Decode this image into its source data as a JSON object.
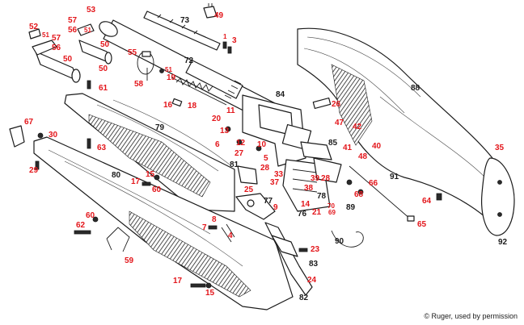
{
  "credit": "© Ruger, used by permission",
  "label_colors": {
    "red": "#e3161b",
    "black": "#1a1a1a"
  },
  "labels": [
    {
      "id": "53",
      "text": "53",
      "color": "red"
    },
    {
      "id": "57a",
      "text": "57",
      "color": "red"
    },
    {
      "id": "56a",
      "text": "56",
      "color": "red"
    },
    {
      "id": "51a",
      "text": "51",
      "color": "red"
    },
    {
      "id": "52",
      "text": "52",
      "color": "red"
    },
    {
      "id": "51b",
      "text": "51",
      "color": "red"
    },
    {
      "id": "57b",
      "text": "57",
      "color": "red"
    },
    {
      "id": "56b",
      "text": "56",
      "color": "red"
    },
    {
      "id": "50a",
      "text": "50",
      "color": "red"
    },
    {
      "id": "50b",
      "text": "50",
      "color": "red"
    },
    {
      "id": "50c",
      "text": "50",
      "color": "red"
    },
    {
      "id": "55",
      "text": "55",
      "color": "red"
    },
    {
      "id": "58",
      "text": "58",
      "color": "red"
    },
    {
      "id": "73",
      "text": "73",
      "color": "black"
    },
    {
      "id": "49",
      "text": "49",
      "color": "red"
    },
    {
      "id": "1",
      "text": "1",
      "color": "red"
    },
    {
      "id": "3",
      "text": "3",
      "color": "red"
    },
    {
      "id": "72",
      "text": "72",
      "color": "black"
    },
    {
      "id": "51c",
      "text": "51",
      "color": "red"
    },
    {
      "id": "19",
      "text": "19",
      "color": "red"
    },
    {
      "id": "61",
      "text": "61",
      "color": "red"
    },
    {
      "id": "16",
      "text": "16",
      "color": "red"
    },
    {
      "id": "18",
      "text": "18",
      "color": "red"
    },
    {
      "id": "84",
      "text": "84",
      "color": "black"
    },
    {
      "id": "11",
      "text": "11",
      "color": "red"
    },
    {
      "id": "26",
      "text": "26",
      "color": "red"
    },
    {
      "id": "88",
      "text": "88",
      "color": "black"
    },
    {
      "id": "67",
      "text": "67",
      "color": "red"
    },
    {
      "id": "30",
      "text": "30",
      "color": "red"
    },
    {
      "id": "79",
      "text": "79",
      "color": "black"
    },
    {
      "id": "20",
      "text": "20",
      "color": "red"
    },
    {
      "id": "13",
      "text": "13",
      "color": "red"
    },
    {
      "id": "47",
      "text": "47",
      "color": "red"
    },
    {
      "id": "42",
      "text": "42",
      "color": "red"
    },
    {
      "id": "63",
      "text": "63",
      "color": "red"
    },
    {
      "id": "6",
      "text": "6",
      "color": "red"
    },
    {
      "id": "12",
      "text": "12",
      "color": "red"
    },
    {
      "id": "10",
      "text": "10",
      "color": "red"
    },
    {
      "id": "85",
      "text": "85",
      "color": "black"
    },
    {
      "id": "41",
      "text": "41",
      "color": "red"
    },
    {
      "id": "40",
      "text": "40",
      "color": "red"
    },
    {
      "id": "27",
      "text": "27",
      "color": "red"
    },
    {
      "id": "5",
      "text": "5",
      "color": "red"
    },
    {
      "id": "48",
      "text": "48",
      "color": "red"
    },
    {
      "id": "35",
      "text": "35",
      "color": "red"
    },
    {
      "id": "29",
      "text": "29",
      "color": "red"
    },
    {
      "id": "28a",
      "text": "28",
      "color": "red"
    },
    {
      "id": "81",
      "text": "81",
      "color": "black"
    },
    {
      "id": "33",
      "text": "33",
      "color": "red"
    },
    {
      "id": "39",
      "text": "39",
      "color": "red"
    },
    {
      "id": "28b",
      "text": "28",
      "color": "red"
    },
    {
      "id": "91",
      "text": "91",
      "color": "black"
    },
    {
      "id": "80",
      "text": "80",
      "color": "black"
    },
    {
      "id": "15a",
      "text": "15",
      "color": "red"
    },
    {
      "id": "17a",
      "text": "17",
      "color": "red"
    },
    {
      "id": "60a",
      "text": "60",
      "color": "red"
    },
    {
      "id": "37",
      "text": "37",
      "color": "red"
    },
    {
      "id": "66",
      "text": "66",
      "color": "red"
    },
    {
      "id": "25",
      "text": "25",
      "color": "red"
    },
    {
      "id": "38",
      "text": "38",
      "color": "red"
    },
    {
      "id": "68",
      "text": "68",
      "color": "red"
    },
    {
      "id": "78",
      "text": "78",
      "color": "black"
    },
    {
      "id": "77",
      "text": "77",
      "color": "black"
    },
    {
      "id": "14",
      "text": "14",
      "color": "red"
    },
    {
      "id": "9",
      "text": "9",
      "color": "red"
    },
    {
      "id": "76",
      "text": "76",
      "color": "black"
    },
    {
      "id": "89",
      "text": "89",
      "color": "black"
    },
    {
      "id": "70",
      "text": "70",
      "color": "red"
    },
    {
      "id": "69",
      "text": "69",
      "color": "red"
    },
    {
      "id": "21",
      "text": "21",
      "color": "red"
    },
    {
      "id": "64",
      "text": "64",
      "color": "red"
    },
    {
      "id": "60b",
      "text": "60",
      "color": "red"
    },
    {
      "id": "8",
      "text": "8",
      "color": "red"
    },
    {
      "id": "62",
      "text": "62",
      "color": "red"
    },
    {
      "id": "7",
      "text": "7",
      "color": "red"
    },
    {
      "id": "4",
      "text": "4",
      "color": "red"
    },
    {
      "id": "65",
      "text": "65",
      "color": "red"
    },
    {
      "id": "92",
      "text": "92",
      "color": "black"
    },
    {
      "id": "90",
      "text": "90",
      "color": "black"
    },
    {
      "id": "23",
      "text": "23",
      "color": "red"
    },
    {
      "id": "59",
      "text": "59",
      "color": "red"
    },
    {
      "id": "83",
      "text": "83",
      "color": "black"
    },
    {
      "id": "24",
      "text": "24",
      "color": "red"
    },
    {
      "id": "17b",
      "text": "17",
      "color": "red"
    },
    {
      "id": "15b",
      "text": "15",
      "color": "red"
    },
    {
      "id": "82",
      "text": "82",
      "color": "black"
    }
  ]
}
